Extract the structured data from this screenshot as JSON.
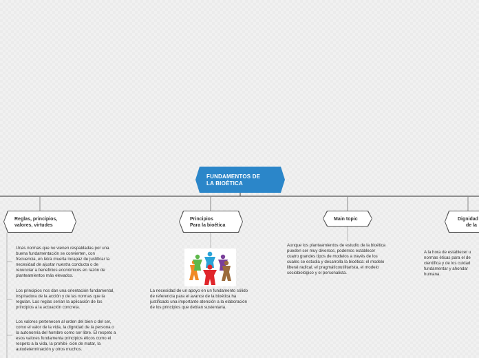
{
  "central": {
    "line1": "FUNDAMENTOS DE",
    "line2": "LA BIOÉTICA"
  },
  "topics": {
    "reglas": {
      "line1": "Reglas, principios,",
      "line2": "valores, virtudes"
    },
    "principios": {
      "line1": "Principios",
      "line2": "Para la bioética"
    },
    "main": {
      "line1": "Main topic"
    },
    "dignidad": {
      "line1": "Dignidad",
      "line2": "de la"
    }
  },
  "notes": {
    "normas": [
      "Unas normas que no vienen respaldadas por una",
      "buena fundamentación se convierten, con",
      "frecuencia, en letra muerta incapaz de justificar la",
      "necesidad de ajustar nuestra conducta o de",
      "renunciar a beneficios económicos en razón de",
      "planteamientos más elevados."
    ],
    "principios": [
      "Los principios nos dan una orientación fundamental,",
      "inspiradora de la acción y de las normas que la",
      "regulan. Las reglas serían la aplicación de los",
      "principios a la actuación concreta."
    ],
    "valores": [
      "Los valores pertenecen al orden del bien o del ser,",
      "como el valor de la vida, la dignidad de la persona o",
      "la autonomía del hombre como ser libre. El respeto a",
      "esos valores fundamenta principios éticos como el",
      "respeto a la vida, la prohibi- ción de matar, la",
      "autodeterminación y otros muchos."
    ],
    "necesidad": [
      "La necesidad de un apoyo en un fundamento sólido",
      "de referencia para el avance de la bioética ha",
      "justificado una importante atención a la elaboración",
      "de los principios que debían sustentaria."
    ],
    "planteamientos": [
      "Aunque los planteamientos de estudio de la bioética",
      "pueden ser muy diversos, podemos establecer",
      "cuatro grandes tipos de modelos a través de los",
      "cuales se estudia y desarrolla la bioética: el modelo",
      "liberal radical, el pragmáticoutilitarista, el modelo",
      "sociobiológico y el personalista."
    ],
    "dignidad": [
      "A la hora de establecer u",
      "normas éticas para el de",
      "científica y de los cuidad",
      "fundamentar y ahondar",
      "humana."
    ]
  },
  "colors": {
    "central_fill": "#2b86c9",
    "connector": "#555555",
    "people": [
      "#e0262b",
      "#f08a24",
      "#2aa3d8",
      "#5db84a",
      "#7a3f9a",
      "#9b6b3c"
    ]
  }
}
